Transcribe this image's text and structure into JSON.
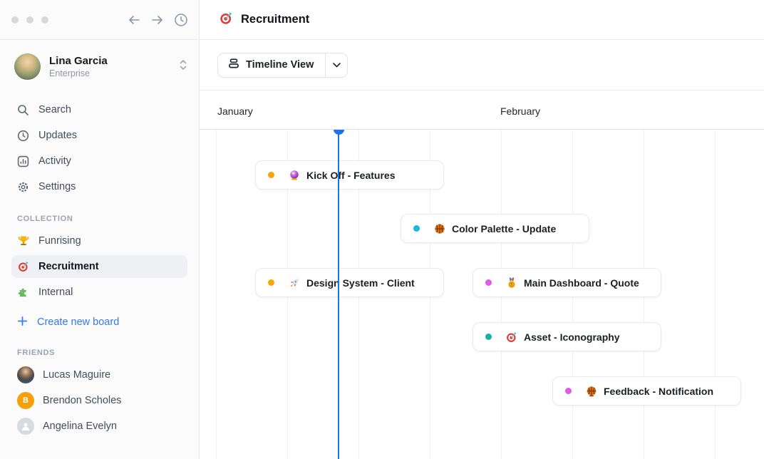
{
  "topbar": {
    "window_controls": [
      "dot",
      "dot",
      "dot"
    ],
    "icons": [
      "back-arrow",
      "forward-arrow",
      "history-clock"
    ]
  },
  "sidebar": {
    "user": {
      "name": "Lina Garcia",
      "plan": "Enterprise"
    },
    "nav": [
      {
        "icon": "search-icon",
        "label": "Search"
      },
      {
        "icon": "clock-icon",
        "label": "Updates"
      },
      {
        "icon": "activity-icon",
        "label": "Activity"
      },
      {
        "icon": "gear-icon",
        "label": "Settings"
      }
    ],
    "collection": {
      "label": "COLLECTION",
      "items": [
        {
          "emoji": "trophy",
          "label": "Funrising",
          "selected": false
        },
        {
          "emoji": "dart",
          "label": "Recruitment",
          "selected": true
        },
        {
          "emoji": "puzzle",
          "label": "Internal",
          "selected": false
        }
      ],
      "create_label": "Create new board"
    },
    "friends": {
      "label": "FRIENDS",
      "items": [
        {
          "name": "Lucas Maguire",
          "avatar": "photo"
        },
        {
          "name": "Brendon Scholes",
          "avatar": "initial",
          "initial": "B",
          "color": "#f59f0a"
        },
        {
          "name": "Angelina Evelyn",
          "avatar": "silhouette"
        }
      ]
    }
  },
  "header": {
    "emoji": "dart",
    "title": "Recruitment"
  },
  "toolbar": {
    "view_button": {
      "icon": "rows-icon",
      "label": "Timeline View",
      "chevron": "chevron-down-icon"
    }
  },
  "timeline": {
    "months": [
      {
        "label": "January"
      },
      {
        "label": "February"
      }
    ],
    "today_marker_color": "#1a73e8",
    "cards": [
      {
        "title": "Kick Off - Features",
        "dot_color": "#f6a609",
        "emoji": "crystal-ball"
      },
      {
        "title": "Color Palette - Update",
        "dot_color": "#1cb8d9",
        "emoji": "basketball"
      },
      {
        "title": "Design System - Client",
        "dot_color": "#f6a609",
        "emoji": "rocket"
      },
      {
        "title": "Main Dashboard - Quote",
        "dot_color": "#e259ea",
        "emoji": "medal"
      },
      {
        "title": "Asset - Iconography",
        "dot_color": "#16b3a0",
        "emoji": "dart"
      },
      {
        "title": "Feedback - Notification",
        "dot_color": "#e259ea",
        "emoji": "basketball"
      }
    ]
  }
}
